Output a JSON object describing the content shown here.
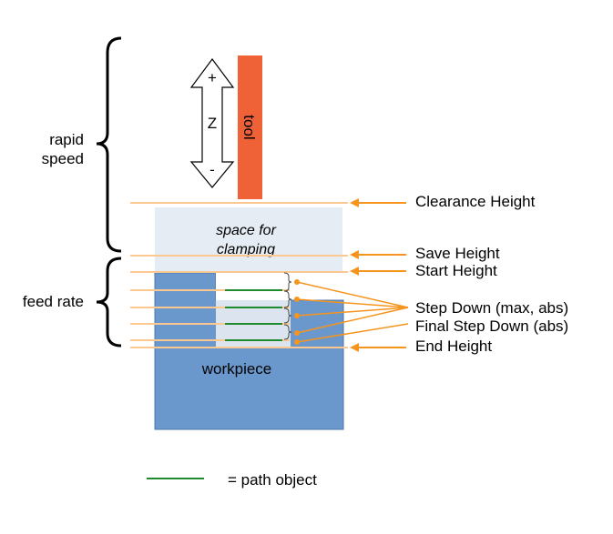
{
  "labels": {
    "rapid_line1": "rapid",
    "rapid_line2": "speed",
    "feed_rate": "feed rate",
    "tool": "tool",
    "z_axis": "Z",
    "z_plus": "+",
    "z_minus": "-",
    "clamping_line1": "space for",
    "clamping_line2": "clamping",
    "workpiece": "workpiece",
    "legend": "= path object"
  },
  "heights": {
    "clearance": "Clearance Height",
    "save": "Save Height",
    "start": "Start Height",
    "step_down": "Step Down (max, abs)",
    "final_step_down": "Final Step Down (abs)",
    "end": "End Height"
  },
  "colors": {
    "tool": "#ef6137",
    "workpiece": "#6b98cc",
    "clamping_space": "#e6ecf4",
    "height_line": "#fcc890",
    "arrow": "#f7941d",
    "path": "#1f8a2e",
    "pocket": "#ffffff"
  }
}
